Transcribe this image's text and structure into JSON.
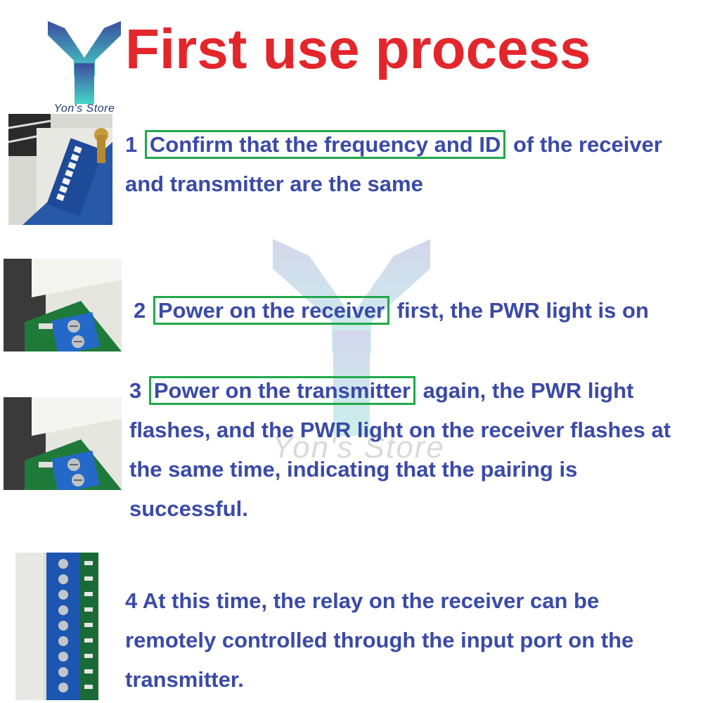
{
  "page": {
    "title": "First use process",
    "brand": "Yon's Store",
    "watermark": "Yon's Store",
    "colors": {
      "title": "#e3262c",
      "text": "#3a4aa6",
      "highlight_border": "#20a84a",
      "logo_top": "#3c4ca0",
      "logo_bottom": "#46d7c4"
    }
  },
  "steps": [
    {
      "number": "1",
      "highlight": "Confirm that the frequency and ID",
      "line1_rest": " of the receiver",
      "rest": "and transmitter are the same",
      "photo_icon": "dip-switch-photo"
    },
    {
      "number": "2",
      "highlight": "Power on the receiver",
      "line1_rest": " first, the PWR light is on",
      "photo_icon": "pwr-terminal-photo"
    },
    {
      "number": "3",
      "highlight": "Power on the transmitter",
      "line1_rest": " again, the PWR light",
      "rest": "flashes, and the PWR light on the receiver flashes at the same time, indicating that the pairing is successful.",
      "photo_icon": "pwr-terminal-photo"
    },
    {
      "number": "4",
      "text": "4 At this time, the relay on the receiver can be remotely controlled through the input port on the transmitter.",
      "photo_icon": "terminal-block-photo"
    }
  ]
}
